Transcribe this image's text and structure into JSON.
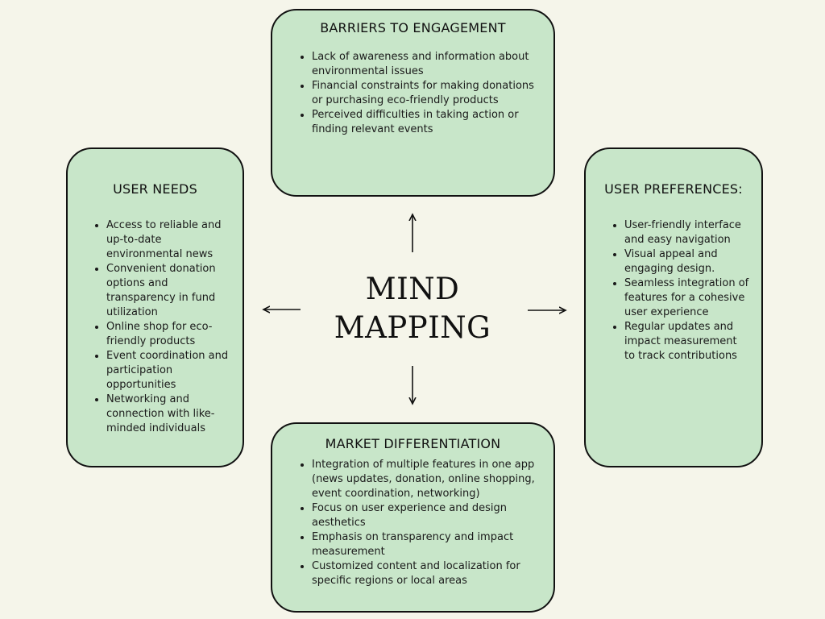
{
  "center": {
    "line1": "MIND",
    "line2": "MAPPING"
  },
  "barriers": {
    "title": "BARRIERS TO ENGAGEMENT",
    "items": [
      "Lack of awareness and information about environmental issues",
      "Financial constraints for making donations or purchasing eco-friendly products",
      "Perceived difficulties in taking action or finding relevant events"
    ]
  },
  "user_needs": {
    "title": "USER NEEDS",
    "items": [
      "Access to reliable and up-to-date environmental news",
      "Convenient donation options and transparency in fund utilization",
      "Online shop for eco-friendly products",
      "Event coordination and participation opportunities",
      "Networking and connection with like-minded individuals"
    ]
  },
  "user_preferences": {
    "title": "USER PREFERENCES:",
    "items": [
      "User-friendly interface and easy navigation",
      "Visual appeal and engaging design.",
      "Seamless integration of features for a cohesive user experience",
      "Regular updates and impact measurement to track contributions"
    ]
  },
  "market_differentiation": {
    "title": "MARKET DIFFERENTIATION",
    "items": [
      "Integration of multiple features in one app (news updates, donation, online shopping, event coordination, networking)",
      "Focus on user experience and design aesthetics",
      "Emphasis on transparency and impact measurement",
      "Customized content and localization for specific regions or local areas"
    ]
  },
  "colors": {
    "background": "#f5f5ea",
    "card_fill": "#c8e6c9",
    "card_border": "#111111"
  }
}
